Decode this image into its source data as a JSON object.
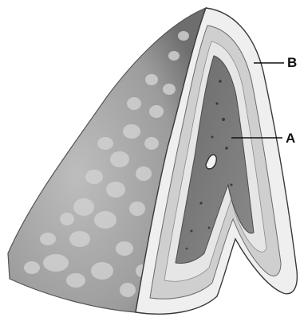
{
  "figure": {
    "labels": [
      {
        "id": "A",
        "text": "A"
      },
      {
        "id": "B",
        "text": "B"
      }
    ]
  },
  "colors": {
    "background": "#ffffff",
    "outer_surface": "#a8a8a8",
    "outer_surface_shadow": "#7a7a7a",
    "nodules": "#d2d2d2",
    "cut_cortex": "#ececec",
    "cortex_band": "#c4c4c4",
    "medulla": "#7a7a7a",
    "outline": "#3a3a3a",
    "leader": "#111111"
  }
}
